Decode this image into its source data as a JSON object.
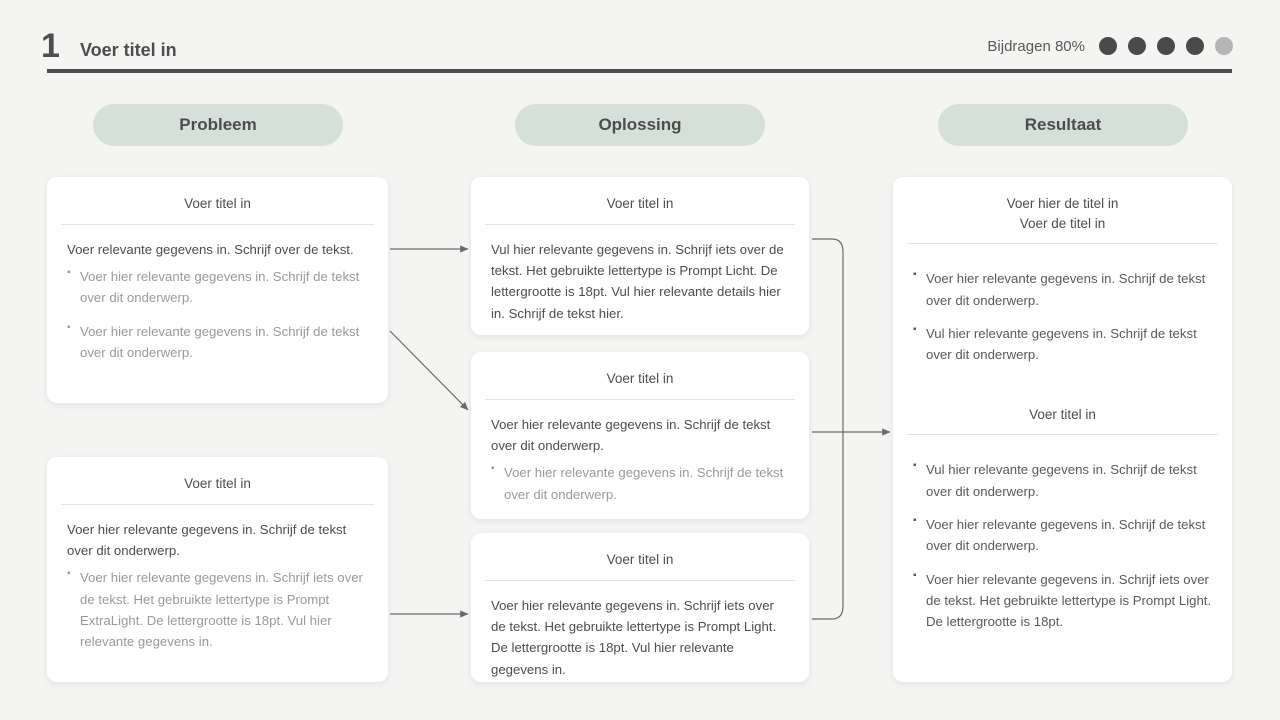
{
  "header": {
    "slide_number": "1",
    "title": "Voer titel in",
    "contribution_label": "Bijdragen 80%",
    "dots_total": 5,
    "dots_filled": 4,
    "rule_color": "#4d4d4d"
  },
  "theme": {
    "background": "#f4f4f3",
    "pill_background": "#d5e0da",
    "card_background": "#ffffff",
    "text_primary": "#4d4d4d",
    "text_muted": "#9a9a9a",
    "connector": "#6b6b6b"
  },
  "columns": {
    "problem": {
      "label": "Probleem"
    },
    "solution": {
      "label": "Oplossing"
    },
    "result": {
      "label": "Resultaat"
    }
  },
  "cards": {
    "problem_1": {
      "title": "Voer titel in",
      "paragraph": "Voer relevante gegevens in. Schrijf over de tekst.",
      "bullets": [
        "Voer hier relevante gegevens in. Schrijf de tekst over dit onderwerp.",
        "Voer hier relevante gegevens in. Schrijf de tekst over dit onderwerp."
      ]
    },
    "problem_2": {
      "title": "Voer titel in",
      "paragraph": "Voer hier relevante gegevens in. Schrijf de tekst over dit onderwerp.",
      "bullets": [
        "Voer hier relevante gegevens in. Schrijf iets over de tekst. Het gebruikte lettertype is Prompt ExtraLight. De lettergrootte is 18pt. Vul hier relevante gegevens in."
      ]
    },
    "solution_1": {
      "title": "Voer titel in",
      "paragraph": "Vul hier relevante gegevens in. Schrijf iets over de tekst. Het gebruikte lettertype is Prompt Licht. De lettergrootte is 18pt. Vul hier relevante details hier in. Schrijf de tekst hier.",
      "bullets": []
    },
    "solution_2": {
      "title": "Voer titel in",
      "paragraph": "Voer hier relevante gegevens in. Schrijf de tekst over dit onderwerp.",
      "bullets": [
        "Voer hier relevante gegevens in. Schrijf de tekst over dit onderwerp."
      ]
    },
    "solution_3": {
      "title": "Voer titel in",
      "paragraph": "Voer hier relevante gegevens in. Schrijf iets over de tekst. Het gebruikte lettertype is Prompt Light. De lettergrootte is 18pt. Vul hier relevante gegevens in.",
      "bullets": []
    },
    "result_1": {
      "title_line_1": "Voer hier de titel in",
      "title_line_2": "Voer de titel in",
      "bullets": [
        "Voer hier relevante gegevens in. Schrijf de tekst over dit onderwerp.",
        "Vul hier relevante gegevens in. Schrijf de tekst over dit onderwerp."
      ]
    },
    "result_2": {
      "title": "Voer titel in",
      "bullets": [
        "Vul hier relevante gegevens in. Schrijf de tekst over dit onderwerp.",
        "Voer hier relevante gegevens in. Schrijf de tekst over dit onderwerp.",
        "Voer hier relevante gegevens in. Schrijf iets over de tekst. Het gebruikte lettertype is Prompt Light. De lettergrootte is 18pt."
      ]
    }
  }
}
